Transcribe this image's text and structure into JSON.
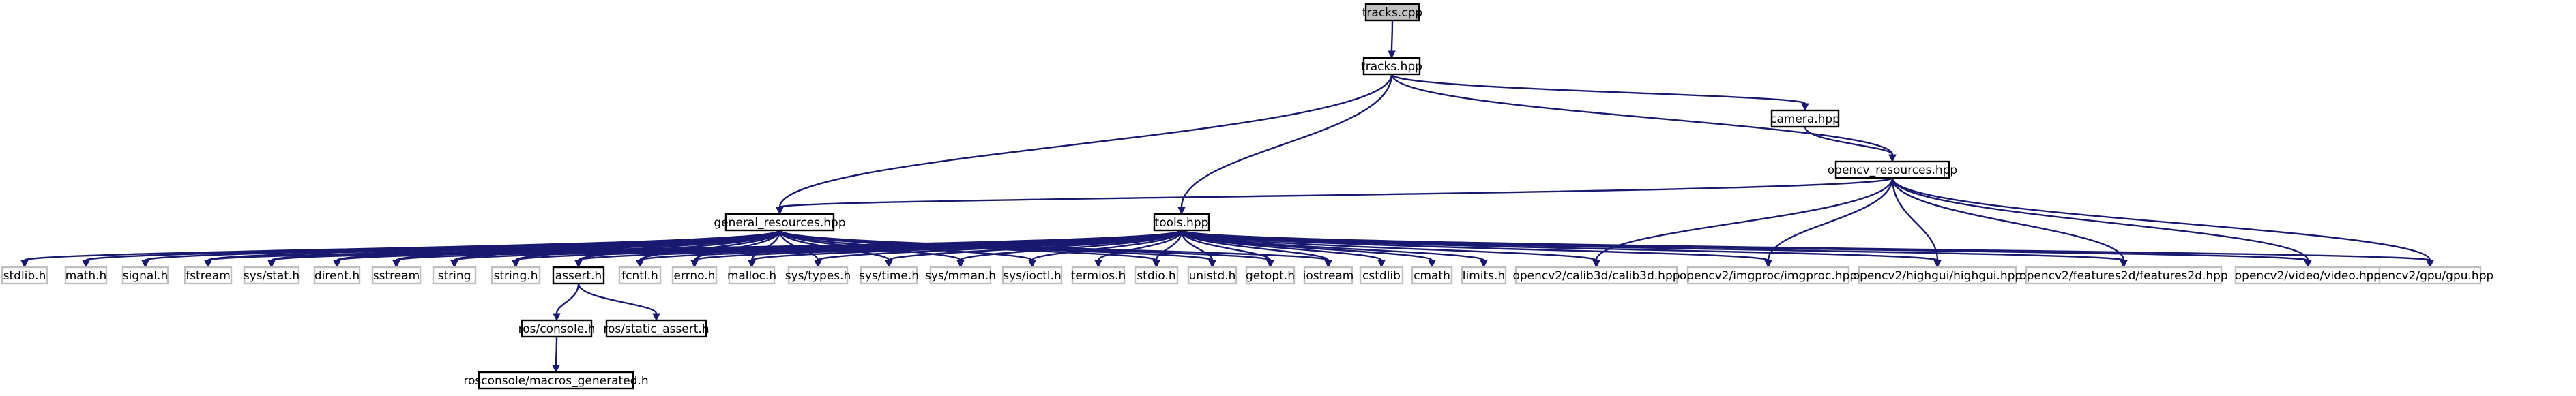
{
  "colors": {
    "edge": "#191970",
    "border_included": "#000000",
    "border_external": "#bfbfbf",
    "root_fill": "#bfbfbf",
    "node_fill": "#ffffff"
  },
  "nodes": [
    {
      "id": "tracks_cpp",
      "label": "tracks.cpp",
      "kind": "root"
    },
    {
      "id": "tracks_hpp",
      "label": "tracks.hpp",
      "kind": "included"
    },
    {
      "id": "camera_hpp",
      "label": "camera.hpp",
      "kind": "included"
    },
    {
      "id": "opencv_resources_hpp",
      "label": "opencv_resources.hpp",
      "kind": "included"
    },
    {
      "id": "general_resources_hpp",
      "label": "general_resources.hpp",
      "kind": "included"
    },
    {
      "id": "tools_hpp",
      "label": "tools.hpp",
      "kind": "included"
    },
    {
      "id": "stdlib_h",
      "label": "stdlib.h",
      "kind": "external"
    },
    {
      "id": "math_h",
      "label": "math.h",
      "kind": "external"
    },
    {
      "id": "signal_h",
      "label": "signal.h",
      "kind": "external"
    },
    {
      "id": "fstream",
      "label": "fstream",
      "kind": "external"
    },
    {
      "id": "sys_stat_h",
      "label": "sys/stat.h",
      "kind": "external"
    },
    {
      "id": "dirent_h",
      "label": "dirent.h",
      "kind": "external"
    },
    {
      "id": "sstream",
      "label": "sstream",
      "kind": "external"
    },
    {
      "id": "string",
      "label": "string",
      "kind": "external"
    },
    {
      "id": "string_h",
      "label": "string.h",
      "kind": "external"
    },
    {
      "id": "assert_h",
      "label": "assert.h",
      "kind": "included"
    },
    {
      "id": "fcntl_h",
      "label": "fcntl.h",
      "kind": "external"
    },
    {
      "id": "errno_h",
      "label": "errno.h",
      "kind": "external"
    },
    {
      "id": "malloc_h",
      "label": "malloc.h",
      "kind": "external"
    },
    {
      "id": "sys_types_h",
      "label": "sys/types.h",
      "kind": "external"
    },
    {
      "id": "sys_time_h",
      "label": "sys/time.h",
      "kind": "external"
    },
    {
      "id": "sys_mman_h",
      "label": "sys/mman.h",
      "kind": "external"
    },
    {
      "id": "sys_ioctl_h",
      "label": "sys/ioctl.h",
      "kind": "external"
    },
    {
      "id": "termios_h",
      "label": "termios.h",
      "kind": "external"
    },
    {
      "id": "stdio_h",
      "label": "stdio.h",
      "kind": "external"
    },
    {
      "id": "unistd_h",
      "label": "unistd.h",
      "kind": "external"
    },
    {
      "id": "getopt_h",
      "label": "getopt.h",
      "kind": "external"
    },
    {
      "id": "iostream",
      "label": "iostream",
      "kind": "external"
    },
    {
      "id": "cstdlib",
      "label": "cstdlib",
      "kind": "external"
    },
    {
      "id": "cmath",
      "label": "cmath",
      "kind": "external"
    },
    {
      "id": "limits_h",
      "label": "limits.h",
      "kind": "external"
    },
    {
      "id": "calib3d",
      "label": "opencv2/calib3d/calib3d.hpp",
      "kind": "external"
    },
    {
      "id": "imgproc",
      "label": "opencv2/imgproc/imgproc.hpp",
      "kind": "external"
    },
    {
      "id": "highgui",
      "label": "opencv2/highgui/highgui.hpp",
      "kind": "external"
    },
    {
      "id": "features2d",
      "label": "opencv2/features2d/features2d.hpp",
      "kind": "external"
    },
    {
      "id": "video",
      "label": "opencv2/video/video.hpp",
      "kind": "external"
    },
    {
      "id": "gpu",
      "label": "opencv2/gpu/gpu.hpp",
      "kind": "external"
    },
    {
      "id": "ros_console_h",
      "label": "ros/console.h",
      "kind": "included"
    },
    {
      "id": "ros_static_assert_h",
      "label": "ros/static_assert.h",
      "kind": "included"
    },
    {
      "id": "rosconsole_macros",
      "label": "rosconsole/macros_generated.h",
      "kind": "included"
    }
  ],
  "edges": [
    [
      "tracks_cpp",
      "tracks_hpp"
    ],
    [
      "tracks_hpp",
      "general_resources_hpp"
    ],
    [
      "tracks_hpp",
      "tools_hpp"
    ],
    [
      "tracks_hpp",
      "camera_hpp"
    ],
    [
      "tracks_hpp",
      "opencv_resources_hpp"
    ],
    [
      "camera_hpp",
      "opencv_resources_hpp"
    ],
    [
      "opencv_resources_hpp",
      "general_resources_hpp"
    ],
    [
      "opencv_resources_hpp",
      "calib3d"
    ],
    [
      "opencv_resources_hpp",
      "imgproc"
    ],
    [
      "opencv_resources_hpp",
      "highgui"
    ],
    [
      "opencv_resources_hpp",
      "features2d"
    ],
    [
      "opencv_resources_hpp",
      "video"
    ],
    [
      "opencv_resources_hpp",
      "gpu"
    ],
    [
      "general_resources_hpp",
      "stdlib_h"
    ],
    [
      "general_resources_hpp",
      "math_h"
    ],
    [
      "general_resources_hpp",
      "signal_h"
    ],
    [
      "general_resources_hpp",
      "fstream"
    ],
    [
      "general_resources_hpp",
      "sys_stat_h"
    ],
    [
      "general_resources_hpp",
      "dirent_h"
    ],
    [
      "general_resources_hpp",
      "sstream"
    ],
    [
      "general_resources_hpp",
      "string"
    ],
    [
      "general_resources_hpp",
      "string_h"
    ],
    [
      "general_resources_hpp",
      "assert_h"
    ],
    [
      "general_resources_hpp",
      "fcntl_h"
    ],
    [
      "general_resources_hpp",
      "errno_h"
    ],
    [
      "general_resources_hpp",
      "malloc_h"
    ],
    [
      "general_resources_hpp",
      "sys_types_h"
    ],
    [
      "general_resources_hpp",
      "sys_time_h"
    ],
    [
      "general_resources_hpp",
      "sys_mman_h"
    ],
    [
      "general_resources_hpp",
      "sys_ioctl_h"
    ],
    [
      "general_resources_hpp",
      "stdio_h"
    ],
    [
      "general_resources_hpp",
      "unistd_h"
    ],
    [
      "general_resources_hpp",
      "getopt_h"
    ],
    [
      "general_resources_hpp",
      "iostream"
    ],
    [
      "tools_hpp",
      "fstream"
    ],
    [
      "tools_hpp",
      "sys_stat_h"
    ],
    [
      "tools_hpp",
      "dirent_h"
    ],
    [
      "tools_hpp",
      "sstream"
    ],
    [
      "tools_hpp",
      "string"
    ],
    [
      "tools_hpp",
      "string_h"
    ],
    [
      "tools_hpp",
      "assert_h"
    ],
    [
      "tools_hpp",
      "fcntl_h"
    ],
    [
      "tools_hpp",
      "errno_h"
    ],
    [
      "tools_hpp",
      "malloc_h"
    ],
    [
      "tools_hpp",
      "sys_types_h"
    ],
    [
      "tools_hpp",
      "sys_time_h"
    ],
    [
      "tools_hpp",
      "sys_mman_h"
    ],
    [
      "tools_hpp",
      "sys_ioctl_h"
    ],
    [
      "tools_hpp",
      "termios_h"
    ],
    [
      "tools_hpp",
      "stdio_h"
    ],
    [
      "tools_hpp",
      "unistd_h"
    ],
    [
      "tools_hpp",
      "getopt_h"
    ],
    [
      "tools_hpp",
      "iostream"
    ],
    [
      "tools_hpp",
      "cstdlib"
    ],
    [
      "tools_hpp",
      "cmath"
    ],
    [
      "tools_hpp",
      "limits_h"
    ],
    [
      "tools_hpp",
      "calib3d"
    ],
    [
      "tools_hpp",
      "imgproc"
    ],
    [
      "tools_hpp",
      "highgui"
    ],
    [
      "tools_hpp",
      "features2d"
    ],
    [
      "tools_hpp",
      "video"
    ],
    [
      "tools_hpp",
      "gpu"
    ],
    [
      "assert_h",
      "ros_console_h"
    ],
    [
      "assert_h",
      "ros_static_assert_h"
    ],
    [
      "ros_console_h",
      "rosconsole_macros"
    ]
  ]
}
